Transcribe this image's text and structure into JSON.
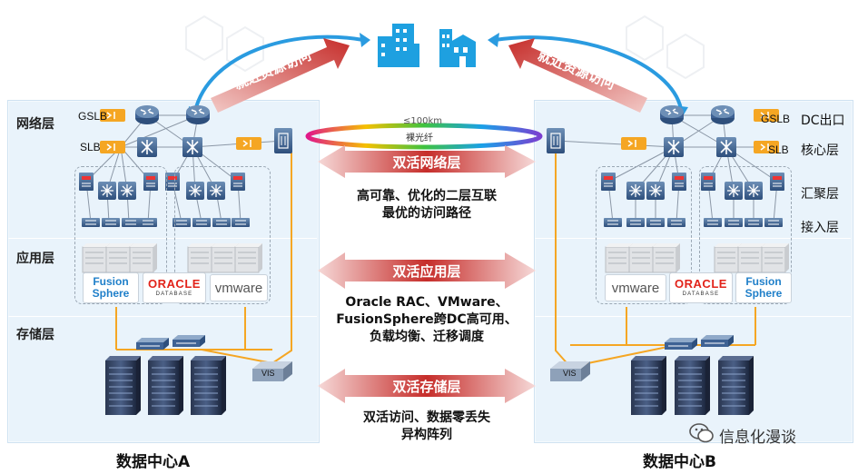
{
  "center": {
    "fiber_distance": "≤100km",
    "fiber_label": "裸光纤",
    "network_title": "双活网络层",
    "network_desc": [
      "高可靠、优化的二层互联",
      "最优的访问路径"
    ],
    "app_title": "双活应用层",
    "app_desc": [
      "Oracle RAC、VMware、",
      "FusionSphere跨DC高可用、",
      "负载均衡、迁移调度"
    ],
    "storage_title": "双活存储层",
    "storage_desc": [
      "双活访问、数据零丢失",
      "异构阵列"
    ]
  },
  "access_label_left": "就近资源访问",
  "access_label_right": "就近资源访问",
  "dc_a": {
    "name": "数据中心A",
    "layers": [
      "网络层",
      "应用层",
      "存储层"
    ],
    "gslb": "GSLB",
    "slb": "SLB",
    "vis": "VIS",
    "logos": {
      "fusion": [
        "Fusion",
        "Sphere"
      ],
      "oracle": [
        "ORACLE",
        "DATABASE"
      ],
      "vmware": "vmware"
    }
  },
  "dc_b": {
    "name": "数据中心B",
    "gslb": "GSLB",
    "slb": "SLB",
    "vis": "VIS",
    "side_labels": [
      "DC出口",
      "核心层",
      "汇聚层",
      "接入层"
    ],
    "logos": {
      "fusion": [
        "Fusion",
        "Sphere"
      ],
      "oracle": [
        "ORACLE",
        "DATABASE"
      ],
      "vmware": "vmware"
    }
  },
  "watermark": "信息化漫谈",
  "colors": {
    "panel": "#e9f3fb",
    "arrow_red": "#c9302c",
    "arc_blue": "#2a9be0",
    "orange_line": "#f5a623",
    "building_blue": "#1ea0e0"
  }
}
